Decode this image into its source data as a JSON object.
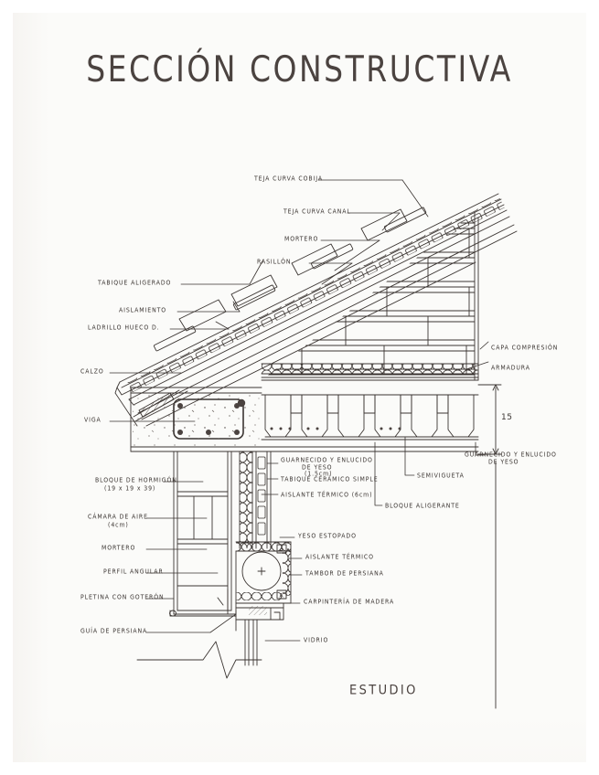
{
  "document": {
    "title": "SECCIÓN CONSTRUCTIVA",
    "footer": "ESTUDIO",
    "drawing_type": "hand-drawn architectural construction section",
    "paper_color": "#fbfbf9",
    "ink_color": "#3b3532"
  },
  "labels": {
    "teja_curva_cobija": "TEJA  CURVA  COBIJA",
    "teja_curva_canal": "TEJA   CURVA  CANAL",
    "mortero_roof": "MORTERO",
    "rasillon": "RASILLÓN",
    "tabique_aligerado": "TABIQUE ALIGERADO",
    "aislamiento": "AISLAMIENTO",
    "ladrillo_hueco": "LADRILLO HUECO D.",
    "calzo": "CALZO",
    "capa_compresion": "CAPA COMPRESIÓN",
    "armadura": "ARMADURA",
    "viga": "VIGA",
    "guarnecido_yeso_center_l1": "GUARNECIDO Y ENLUCIDO",
    "guarnecido_yeso_center_l2": "DE YESO",
    "guarnecido_yeso_center_l3": "(1.5cm)",
    "tabique_ceramico_simple": "TABIQUE CERÁMICO SIMPLE",
    "aislante_termico_6cm": "AISLANTE TÉRMICO (6cm)",
    "semivigueta": "SEMIVIGUETA",
    "bloque_aligerante": "BLOQUE ALIGERANTE",
    "guarnecido_yeso_right_l1": "GUARNECIDO Y ENLUCIDO",
    "guarnecido_yeso_right_l2": "DE YESO",
    "bloque_hormigon_l1": "BLOQUE DE HORMIGÓN",
    "bloque_hormigon_l2": "(19 x 19 x 39)",
    "camara_aire_l1": "CÁMARA DE AIRE",
    "camara_aire_l2": "(4cm)",
    "mortero_wall": "MORTERO",
    "perfil_angular": "PERFIL ANGULAR",
    "pletina_goteron": "PLETINA CON GOTERÓN",
    "guia_persiana": "GUÍA DE PERSIANA",
    "yeso_estopado": "YESO ESTOPADO",
    "aislante_termico_drum": "AISLANTE TÉRMICO",
    "tambor_persiana": "TAMBOR DE PERSIANA",
    "carpinteria_madera": "CARPINTERÍA DE MADERA",
    "vidrio": "VIDRIO"
  },
  "dimensions": {
    "slab_thickness": "15"
  }
}
